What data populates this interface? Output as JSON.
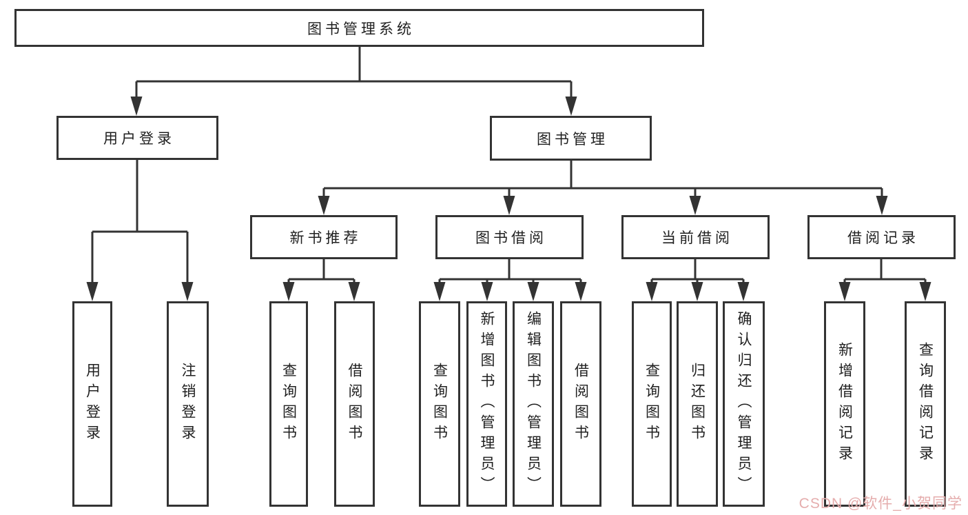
{
  "colors": {
    "line": "#333333",
    "box_border": "#333333",
    "text": "#1f1f1f",
    "background": "#ffffff"
  },
  "watermark": {
    "text": "CSDN @软件_小贺同学",
    "color": "#e5adad"
  },
  "tree": {
    "label": "图书管理系统",
    "children": [
      {
        "label": "用户登录",
        "children": [
          {
            "label": "用户登录"
          },
          {
            "label": "注销登录"
          }
        ]
      },
      {
        "label": "图书管理",
        "children": [
          {
            "label": "新书推荐",
            "children": [
              {
                "label": "查询图书"
              },
              {
                "label": "借阅图书"
              }
            ]
          },
          {
            "label": "图书借阅",
            "children": [
              {
                "label": "查询图书"
              },
              {
                "label": "新增图书（管理员）"
              },
              {
                "label": "编辑图书（管理员）"
              },
              {
                "label": "借阅图书"
              }
            ]
          },
          {
            "label": "当前借阅",
            "children": [
              {
                "label": "查询图书"
              },
              {
                "label": "归还图书"
              },
              {
                "label": "确认归还（管理员）"
              }
            ]
          },
          {
            "label": "借阅记录",
            "children": [
              {
                "label": "新增借阅记录"
              },
              {
                "label": "查询借阅记录"
              }
            ]
          }
        ]
      }
    ]
  }
}
